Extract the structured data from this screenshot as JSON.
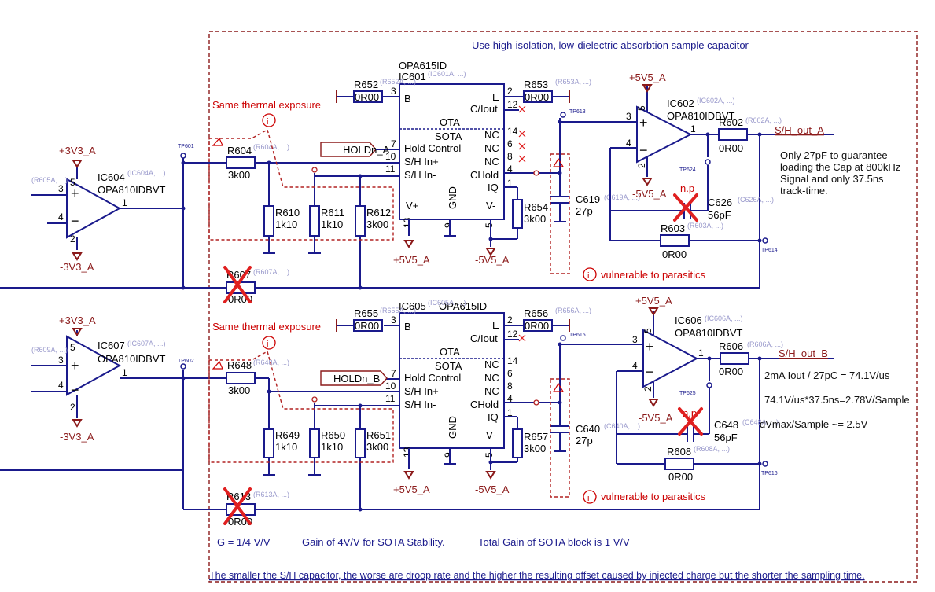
{
  "header": {
    "sample_cap_note": "Use high-isolation, low-dielectric absorbtion sample capacitor"
  },
  "notes": {
    "thermal_a": "Same thermal exposure",
    "thermal_b": "Same thermal exposure",
    "parasitic_a": "vulnerable to parasitics",
    "parasitic_b": "vulnerable to parasitics",
    "cap_guarantee_1": "Only 27pF to guarantee",
    "cap_guarantee_2": "loading the Cap at 800kHz",
    "cap_guarantee_3": "Signal and only 37.5ns",
    "cap_guarantee_4": "track-time.",
    "slew_1": "2mA Iout / 27pC = 74.1V/us",
    "slew_2": "74.1V/us*37.5ns=2.78V/Sample",
    "slew_3": "dVmax/Sample ~= 2.5V",
    "gain_input": "G = 1/4 V/V",
    "gain_sota": "Gain of 4V/V for SOTA Stability.",
    "gain_total": "Total Gain of SOTA block is 1 V/V",
    "footer": "The smaller the S/H capacitor, the worse are droop rate and the higher the resulting offset caused by injected charge but the shorter the sampling time."
  },
  "nets": {
    "p3v3_a": "+3V3_A",
    "m3v3_a": "-3V3_A",
    "p3v3_b": "+3V3_A",
    "m3v3_b": "-3V3_A",
    "p5v5_ota_a": "+5V5_A",
    "m5v5_ota_a": "-5V5_A",
    "p5v5_ota_b": "+5V5_A",
    "m5v5_ota_b": "-5V5_A",
    "p5v5_amp_a": "+5V5_A",
    "m5v5_amp_a": "-5V5_A",
    "p5v5_amp_b": "+5V5_A",
    "m5v5_amp_b": "-5V5_A",
    "hold_a": "HOLDn_A",
    "hold_b": "HOLDn_B",
    "out_a": "S/H_out_A",
    "out_b": "S/H_out_B"
  },
  "parts_a": {
    "ic604_ref": "IC604",
    "ic604_val": "OPA810IDBVT",
    "ic604_faint": "(IC604A, ...)",
    "ic601_ref": "IC601",
    "ic601_val": "OPA615ID",
    "ic601_faint": "(IC601A, ...)",
    "ic602_ref": "IC602",
    "ic602_val": "OPA810IDBVT",
    "ic602_faint": "(IC602A, ...)",
    "r652_ref": "R652",
    "r652_val": "0R00",
    "r652_faint": "(R652A, ...)",
    "r653_ref": "R653",
    "r653_val": "0R00",
    "r653_faint": "(R653A, ...)",
    "r604_ref": "R604",
    "r604_val": "3k00",
    "r604_faint": "(R604A, ...)",
    "r610_ref": "R610",
    "r610_val": "1k10",
    "r611_ref": "R611",
    "r611_val": "1k10",
    "r612_ref": "R612",
    "r612_val": "3k00",
    "r654_ref": "R654",
    "r654_val": "3k00",
    "c619_ref": "C619",
    "c619_val": "27p",
    "c619_faint": "(C619A, ...)",
    "r602_ref": "R602",
    "r602_val": "0R00",
    "r602_faint": "(R602A, ...)",
    "c626_ref": "C626",
    "c626_val": "56pF",
    "c626_faint": "(C626A, ...)",
    "c626_np": "n.p",
    "r603_ref": "R603",
    "r603_val": "0R00",
    "r603_faint": "(R603A, ...)",
    "r607_ref": "R607",
    "r607_val": "0R00",
    "r607_faint": "(R607A, ...)",
    "r605_faint": "(R605A, ...)",
    "tp601": "TP601",
    "tp613": "TP613",
    "tp624": "TP624",
    "tp614": "TP614"
  },
  "parts_b": {
    "ic607_ref": "IC607",
    "ic607_val": "OPA810IDBVT",
    "ic607_faint": "(IC607A, ...)",
    "ic605_ref": "IC605",
    "ic605_val": "OPA615ID",
    "ic605_faint": "(IC605A, ...)",
    "ic606_ref": "IC606",
    "ic606_val": "OPA810IDBVT",
    "ic606_faint": "(IC606A, ...)",
    "r655_ref": "R655",
    "r655_val": "0R00",
    "r655_faint": "(R655A, ...)",
    "r656_ref": "R656",
    "r656_val": "0R00",
    "r656_faint": "(R656A, ...)",
    "r648_ref": "R648",
    "r648_val": "3k00",
    "r648_faint": "(R648A, ...)",
    "r649_ref": "R649",
    "r649_val": "1k10",
    "r650_ref": "R650",
    "r650_val": "1k10",
    "r651_ref": "R651",
    "r651_val": "3k00",
    "r657_ref": "R657",
    "r657_val": "3k00",
    "c640_ref": "C640",
    "c640_val": "27p",
    "c640_faint": "(C640A, ...)",
    "r606_ref": "R606",
    "r606_val": "0R00",
    "r606_faint": "(R606A, ...)",
    "c648_ref": "C648",
    "c648_val": "56pF",
    "c648_faint": "(C648A, ...)",
    "c648_np": "n.p",
    "r608_ref": "R608",
    "r608_val": "0R00",
    "r608_faint": "(R608A, ...)",
    "r613_ref": "R613",
    "r613_val": "0R00",
    "r613_faint": "(R613A, ...)",
    "r609_faint": "(R609A, ...)",
    "tp602": "TP602",
    "tp615": "TP615",
    "tp625": "TP625",
    "tp616": "TP616"
  },
  "ota_pins": {
    "b": "B",
    "e": "E",
    "cout": "C/Iout",
    "ota": "OTA",
    "sota": "SOTA",
    "nc": "NC",
    "hold": "Hold Control",
    "shp": "S/H In+",
    "shm": "S/H In-",
    "chold": "CHold",
    "iq": "IQ",
    "vp": "V+",
    "vm": "V-",
    "gnd": "GND",
    "p2": "2",
    "p3": "3",
    "p4": "4",
    "p5": "5",
    "p6": "6",
    "p7": "7",
    "p8": "8",
    "p9": "9",
    "p10": "10",
    "p11": "11",
    "p12": "12",
    "p13": "13",
    "p14": "14",
    "p1": "1"
  },
  "amp_pins": {
    "p1": "1",
    "p2": "2",
    "p3": "3",
    "p4": "4",
    "p5": "5"
  },
  "icons": {
    "info": "i"
  }
}
